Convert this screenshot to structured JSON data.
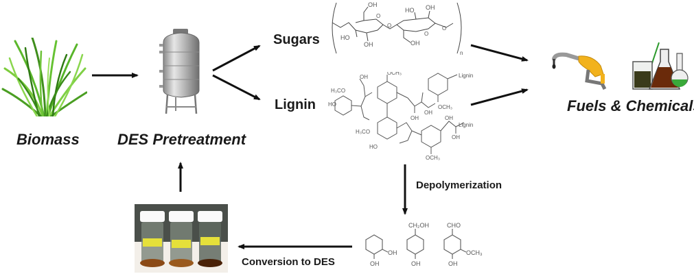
{
  "diagram": {
    "nodes": {
      "biomass": {
        "label": "Biomass",
        "icon": "grass-icon"
      },
      "pretreatment": {
        "label": "DES Pretreatment",
        "icon": "reactor-vessel-icon"
      },
      "sugars": {
        "label": "Sugars",
        "structure": "cellulose-repeat-unit"
      },
      "lignin": {
        "label": "Lignin",
        "structure": "lignin-polymer"
      },
      "products": {
        "label": "Fuels & Chemicals",
        "icons": [
          "fuel-nozzle-icon",
          "lab-glassware-icon"
        ]
      },
      "monomers": {
        "structures": [
          "catechol",
          "4-hydroxybenzyl-alcohol",
          "vanillin"
        ]
      },
      "des_vials": {
        "icon": "des-vials-photo"
      }
    },
    "edges": [
      {
        "from": "biomass",
        "to": "pretreatment"
      },
      {
        "from": "pretreatment",
        "to": "sugars"
      },
      {
        "from": "pretreatment",
        "to": "lignin"
      },
      {
        "from": "sugars",
        "to": "products"
      },
      {
        "from": "lignin",
        "to": "products"
      },
      {
        "from": "lignin",
        "to": "monomers",
        "label": "Depolymerization"
      },
      {
        "from": "monomers",
        "to": "des_vials",
        "label": "Conversion to DES"
      },
      {
        "from": "des_vials",
        "to": "pretreatment"
      }
    ],
    "chem_labels": {
      "oh": "OH",
      "ho": "HO",
      "och3": "OCH₃",
      "h3co": "H₃CO",
      "ch2oh": "CH₂OH",
      "cho": "CHO",
      "lignin_end": "Lignin",
      "o": "O",
      "n": "n"
    }
  }
}
